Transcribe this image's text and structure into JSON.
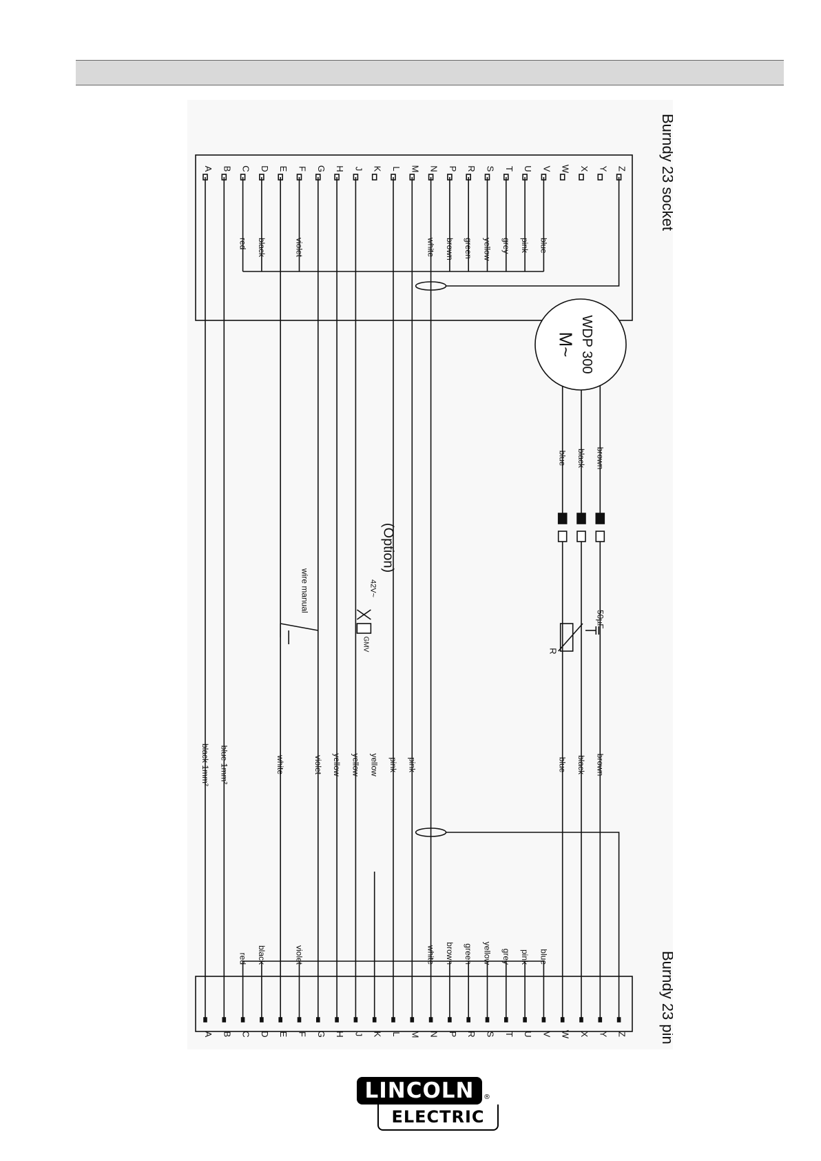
{
  "connectors": {
    "socket_label": "Burndy 23 socket",
    "pin_label": "Burndy 23 pin",
    "pins": [
      "A",
      "B",
      "C",
      "D",
      "E",
      "F",
      "G",
      "H",
      "J",
      "K",
      "L",
      "M",
      "N",
      "P",
      "R",
      "S",
      "T",
      "U",
      "V",
      "W",
      "X",
      "Y",
      "Z"
    ]
  },
  "wires": {
    "a_mid": "black 1mm²",
    "b_mid": "blue 1mm²",
    "e_mid": "white",
    "g_mid": "violet",
    "h_mid": "yellow",
    "j_mid": "yellow",
    "k_mid": "yellow",
    "l_mid": "pink",
    "m_mid": "pink",
    "w_mid": "blue",
    "x_mid": "black",
    "y_mid": "brown",
    "bundle_colors": [
      "red",
      "black",
      "violet",
      "white",
      "brown",
      "green",
      "yellow",
      "grey",
      "pink",
      "blue"
    ],
    "motor_leads": [
      "blue",
      "black",
      "brown"
    ]
  },
  "components": {
    "switch_label": "wire manual",
    "valve_label": "GMV",
    "valve_voltage": "42V~",
    "option_label": "(Option)",
    "resistor_label": "R",
    "capacitor_label": "50µF",
    "motor_symbol": "M~",
    "motor_model": "WDP 300"
  },
  "logo": {
    "top": "LINCOLN",
    "bottom": "ELECTRIC",
    "registered": "®"
  }
}
